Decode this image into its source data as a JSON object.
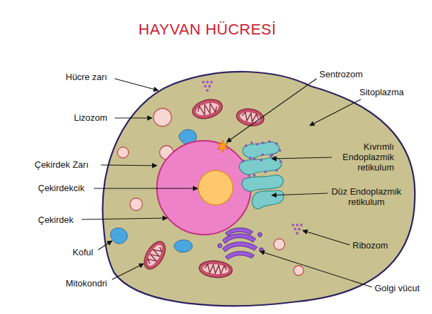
{
  "diagram": {
    "title": "HAYVAN HÜCRESİ",
    "labels": [
      "Hücre zarı",
      "Sentrozom",
      "Sitoplazma",
      "Lizozom",
      "Kıvrımlı Endoplazmik retikulum",
      "Çekirdek Zarı",
      "Çekirdekcik",
      "Düz Endoplazmik retikulum",
      "Çekirdek",
      "Ribozom",
      "Koful",
      "Mitokondri",
      "Golgi vücut"
    ]
  }
}
